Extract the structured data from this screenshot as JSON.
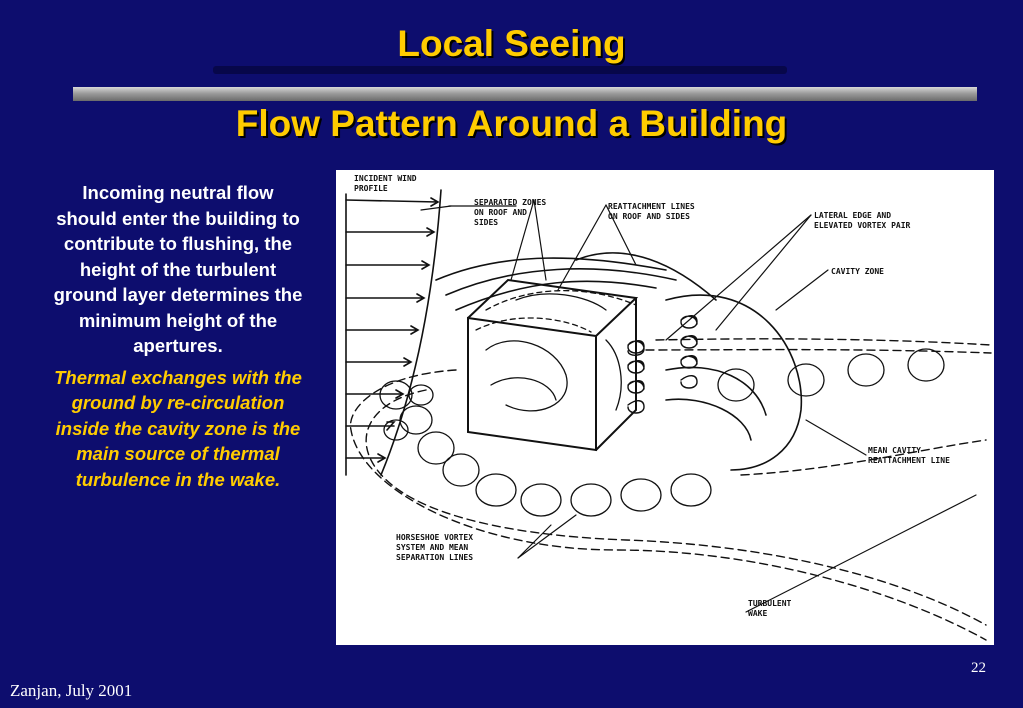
{
  "slide": {
    "title": "Local Seeing",
    "subtitle": "Flow Pattern Around  a Building",
    "paragraph_1": "Incoming neutral flow should enter the building to contribute to flushing, the height of the turbulent ground layer determines the minimum height of the apertures.",
    "paragraph_2": "Thermal exchanges with the ground by re-circulation inside the cavity zone is the main source of thermal turbulence in the wake.",
    "page_number": "22",
    "footer": "Zanjan, July 2001"
  },
  "figure": {
    "labels": {
      "incident_wind_1": "INCIDENT WIND",
      "incident_wind_2": "PROFILE",
      "separated_1": "SEPARATED ZONES",
      "separated_2": "ON ROOF AND",
      "separated_3": "SIDES",
      "reattach_1": "REATTACHMENT LINES",
      "reattach_2": "ON ROOF AND SIDES",
      "lateral_1": "LATERAL EDGE AND",
      "lateral_2": "ELEVATED VORTEX PAIR",
      "cavity": "CAVITY ZONE",
      "mean_cavity_1": "MEAN CAVITY",
      "mean_cavity_2": "REATTACHMENT LINE",
      "horseshoe_1": "HORSESHOE VORTEX",
      "horseshoe_2": "SYSTEM AND MEAN",
      "horseshoe_3": "SEPARATION LINES",
      "wake_1": "TURBULENT",
      "wake_2": "WAKE"
    }
  },
  "colors": {
    "background": "#0d0d6e",
    "title": "#ffcc00",
    "body_text": "#ffffff",
    "emphasis_text": "#ffcc00"
  }
}
